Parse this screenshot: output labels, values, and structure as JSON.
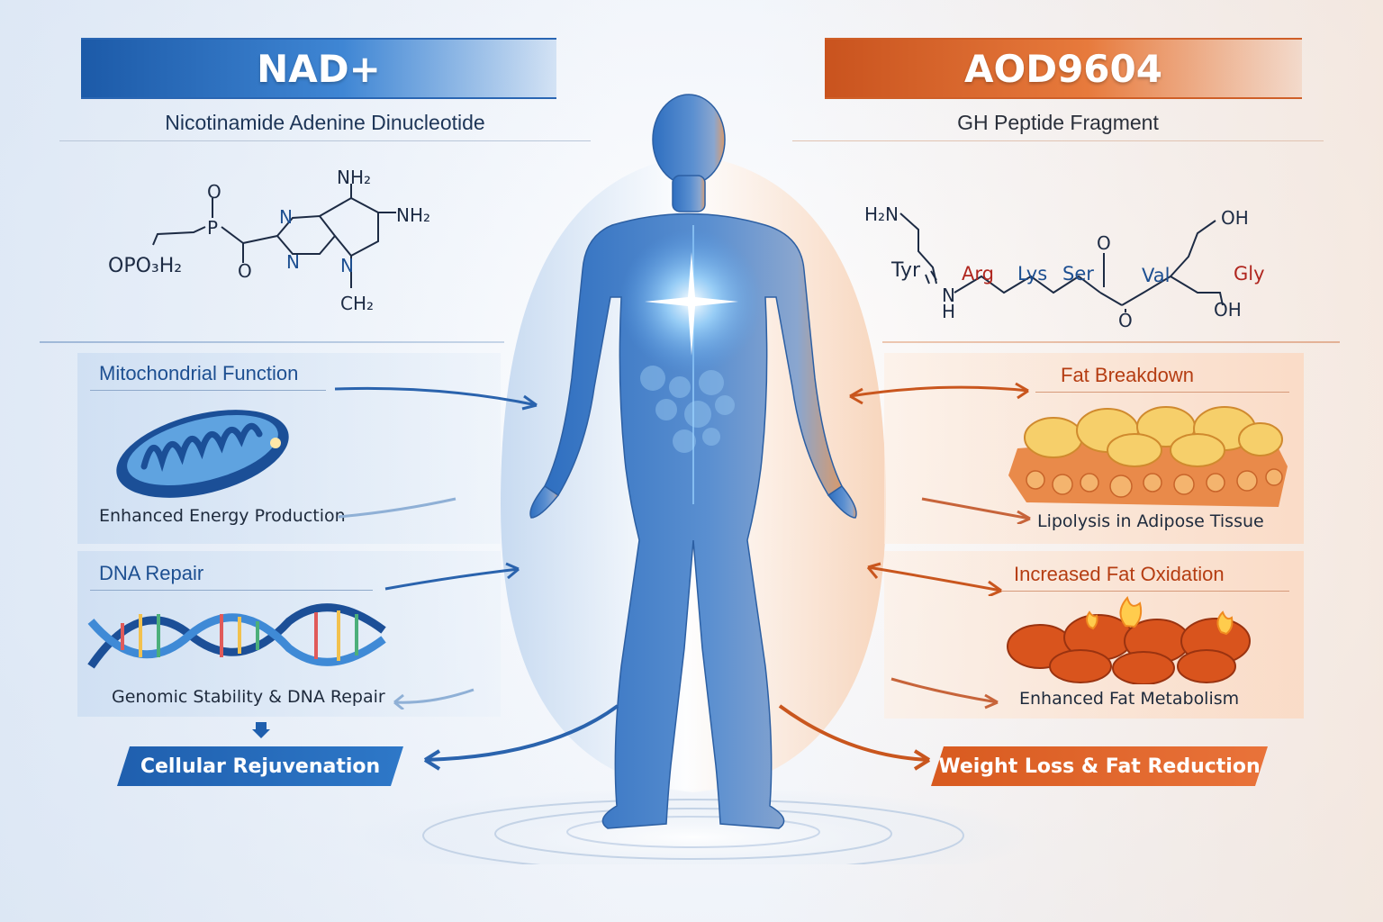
{
  "left": {
    "title": "NAD+",
    "subtitle": "Nicotinamide Adenine Dinucleotide",
    "structure_labels": {
      "o_top": "O",
      "p": "P",
      "o_bottom": "O",
      "opo3h2": "OPO₃H₂",
      "n1": "N",
      "n2": "N",
      "n3": "N",
      "nh2_top": "NH₂",
      "nh2_right": "NH₂",
      "ch2": "CH₂"
    },
    "panels": [
      {
        "title": "Mitochondrial Function",
        "caption": "Enhanced Energy Production",
        "icon": "mitochondrion-icon"
      },
      {
        "title": "DNA Repair",
        "caption": "Genomic Stability & DNA Repair",
        "icon": "dna-helix-icon"
      }
    ],
    "result": "Cellular Rejuvenation",
    "accent_color": "#1f5fae"
  },
  "right": {
    "title": "AOD9604",
    "subtitle": "GH Peptide Fragment",
    "structure_labels": {
      "h2n": "H₂N",
      "tyr": "Tyr",
      "arg": "Arg",
      "lys": "Lys",
      "ser": "Ser",
      "val": "Val",
      "gly": "Gly",
      "oh_top": "OH",
      "oh_bottom": "OH",
      "o_top": "O",
      "o_bottom": "O",
      "n": "N",
      "h": "H"
    },
    "panels": [
      {
        "title": "Fat Breakdown",
        "caption": "Lipolysis in Adipose Tissue",
        "icon": "fat-cells-icon"
      },
      {
        "title": "Increased Fat Oxidation",
        "caption": "Enhanced Fat Metabolism",
        "icon": "burning-fat-icon"
      }
    ],
    "result": "Weight Loss & Fat Reduction",
    "accent_color": "#d85a1f"
  },
  "center": {
    "figure": "human-body-icon"
  }
}
